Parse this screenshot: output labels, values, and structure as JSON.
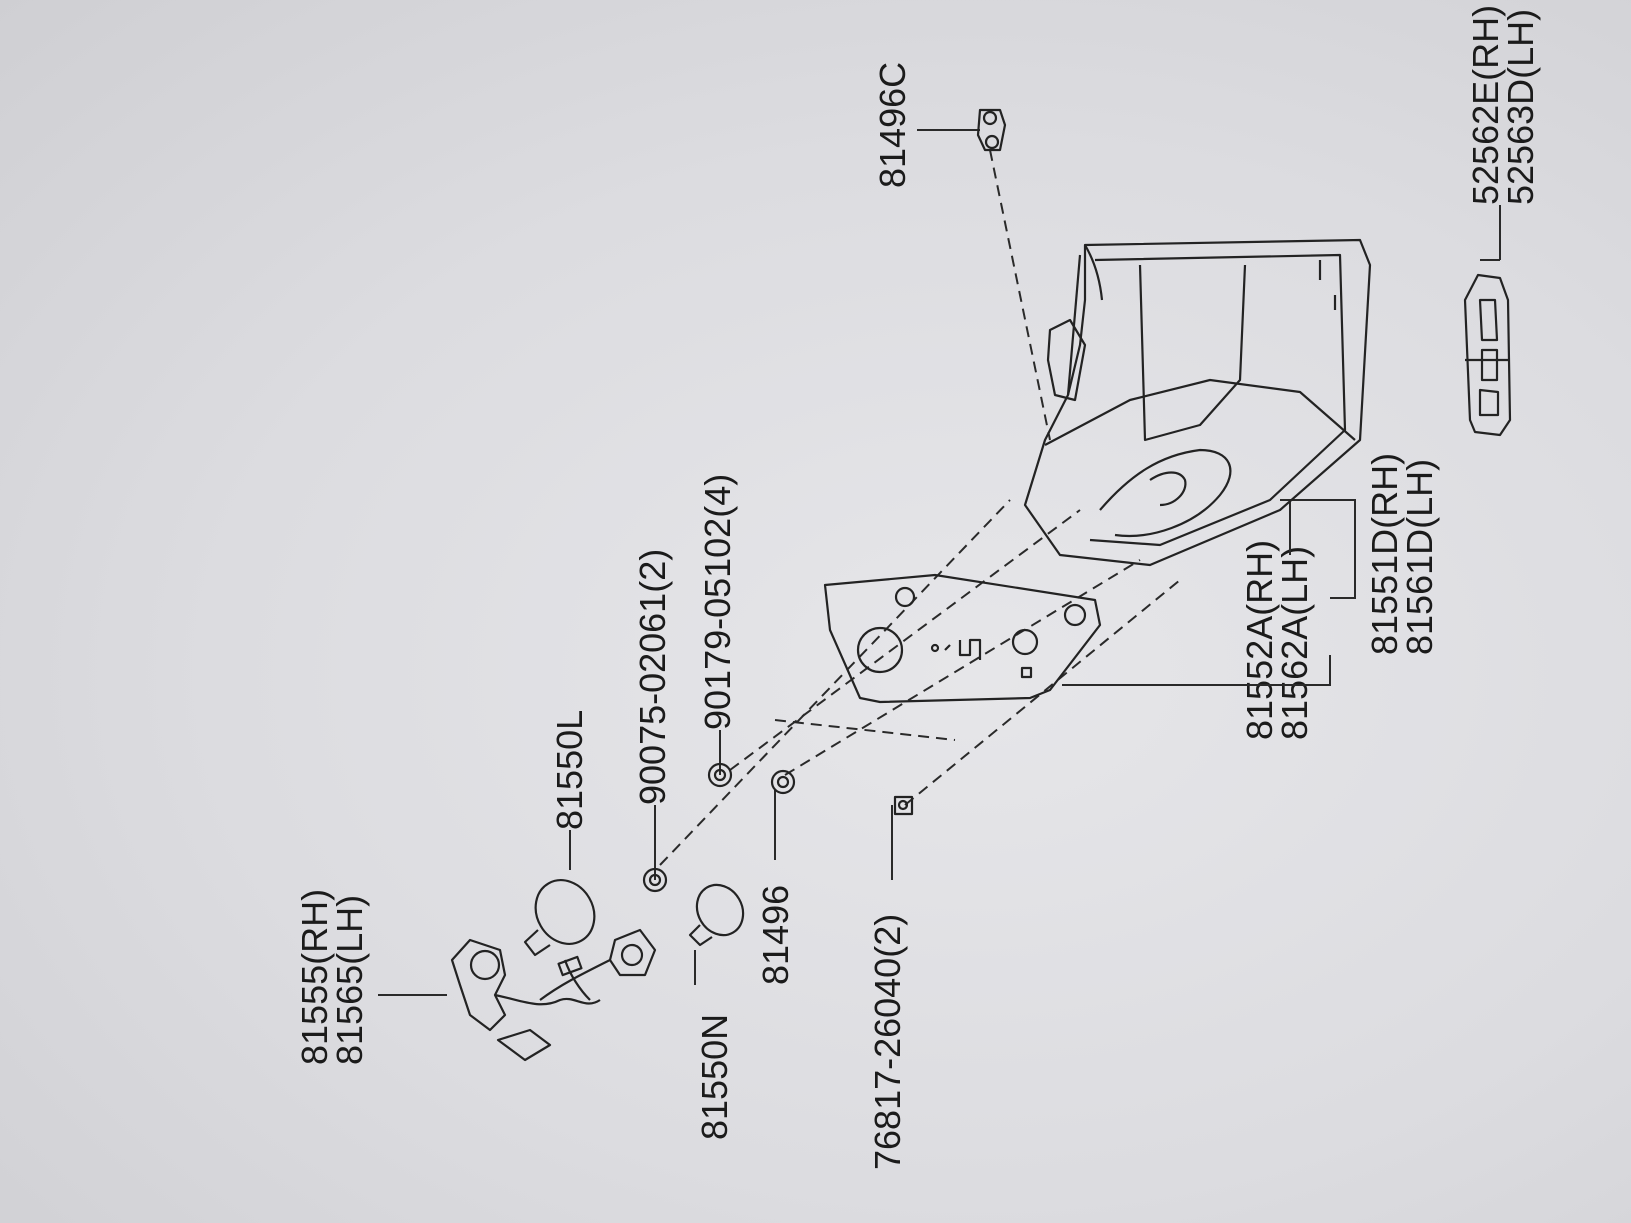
{
  "diagram": {
    "labels": {
      "p81555": "81555(RH)",
      "p81565": "81565(LH)",
      "p81550L": "81550L",
      "p81550N": "81550N",
      "p81496": "81496",
      "p76817": "76817-26040(2)",
      "p90075": "90075-02061(2)",
      "p90179": "90179-05102(4)",
      "p81496C": "81496C",
      "p81552A": "81552A(RH)",
      "p81562A": "81562A(LH)",
      "p81551D": "81551D(RH)",
      "p81561D": "81561D(LH)",
      "p52562E": "52562E(RH)",
      "p52563D": "52563D(LH)"
    }
  }
}
